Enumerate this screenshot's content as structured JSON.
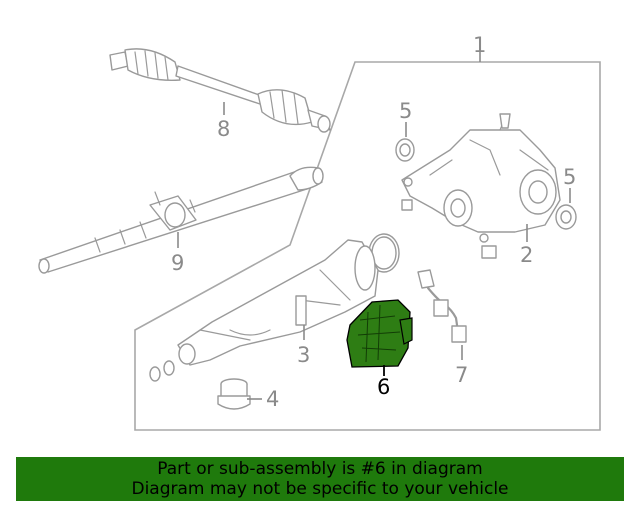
{
  "callouts": {
    "c1": "1",
    "c2": "2",
    "c3": "3",
    "c4": "4",
    "c5a": "5",
    "c5b": "5",
    "c6": "6",
    "c7": "7",
    "c8": "8",
    "c9": "9"
  },
  "highlight_part": "6",
  "colors": {
    "highlight_fill": "#2e7d14",
    "banner_bg": "#1f7a0c",
    "line_gray": "#9a9a9a"
  },
  "banner": {
    "line1": "Part or sub-assembly is #6 in diagram",
    "line2": "Diagram may not be specific to your vehicle"
  }
}
